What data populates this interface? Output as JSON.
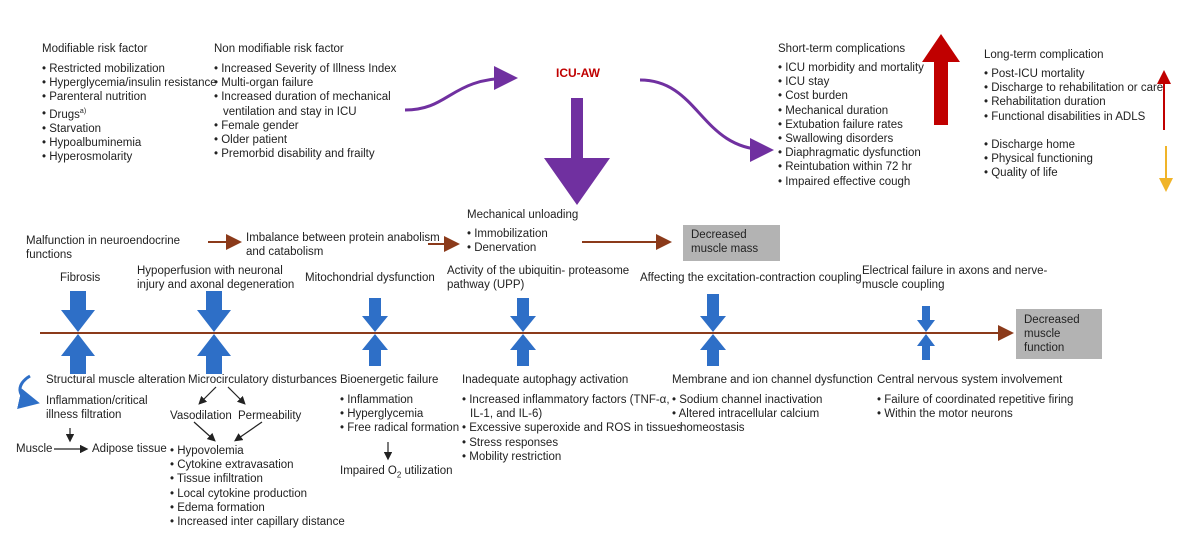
{
  "modifiable": {
    "title": "Modifiable risk factor",
    "items": [
      "Restricted mobilization",
      "Hyperglycemia/insulin resistance",
      "Parenteral nutrition",
      "Drugs",
      "Starvation",
      "Hypoalbuminemia",
      "Hyperosmolarity"
    ],
    "drugs_sup": "a)"
  },
  "nonmodifiable": {
    "title": "Non modifiable risk factor",
    "items": [
      "Increased Severity of Illness Index",
      "Multi-organ failure",
      "Increased duration of mechanical",
      "ventilation and stay in ICU",
      "Female gender",
      "Older patient",
      "Premorbid disability and frailty"
    ]
  },
  "icuaw": "ICU-AW",
  "short_term": {
    "title": "Short-term complications",
    "items": [
      "ICU morbidity and mortality",
      "ICU stay",
      "Cost burden",
      "Mechanical duration",
      "Extubation failure rates",
      "Swallowing disorders",
      "Diaphragmatic dysfunction",
      "Reintubation within 72 hr",
      "Impaired effective cough"
    ]
  },
  "long_term": {
    "title": "Long-term complication",
    "up_items": [
      "Post-ICU mortality",
      "Discharge to rehabilitation or care",
      "Rehabilitation duration",
      "Functional disabilities in ADLS"
    ],
    "down_items": [
      "Discharge home",
      "Physical functioning",
      "Quality of life"
    ]
  },
  "chain": {
    "malfunction": [
      "Malfunction in neuroendocrine",
      "functions"
    ],
    "imbalance": [
      "Imbalance between protein anabolism",
      "and catabolism"
    ],
    "unloading_title": "Mechanical unloading",
    "unloading_items": [
      "Immobilization",
      "Denervation"
    ],
    "mass_box": [
      "Decreased",
      "muscle mass"
    ]
  },
  "top_labels": {
    "fibrosis": "Fibrosis",
    "hypoperfusion": [
      "Hypoperfusion with neuronal",
      "injury and axonal degeneration"
    ],
    "mito": "Mitochondrial dysfunction",
    "upp": [
      "Activity of the ubiquitin- proteasome",
      "pathway (UPP)"
    ],
    "excitation": "Affecting the excitation-contraction coupling",
    "electrical": [
      "Electrical failure in axons and nerve-",
      "muscle coupling"
    ]
  },
  "function_box": [
    "Decreased",
    "muscle",
    "function"
  ],
  "bottom": {
    "structural": "Structural muscle alteration",
    "inflammation": [
      "Inflammation/critical",
      "illness filtration"
    ],
    "muscle": "Muscle",
    "adipose": "Adipose tissue",
    "micro_title": "Microcirculatory disturbances",
    "vasodilation": "Vasodilation",
    "permeability": "Permeability",
    "micro_items": [
      "Hypovolemia",
      "Cytokine extravasation",
      "Tissue infiltration",
      "Local cytokine production",
      "Edema formation",
      "Increased inter capillary distance"
    ],
    "bio_title": "Bioenergetic failure",
    "bio_items": [
      "Inflammation",
      "Hyperglycemia",
      "Free radical formation"
    ],
    "impaired_prefix": "Impaired O",
    "impaired_sub": "2",
    "impaired_suffix": " utilization",
    "autophagy_title": "Inadequate autophagy activation",
    "autophagy_items": [
      "Increased inflammatory factors (TNF-α,",
      "IL-1, and IL-6)",
      "Excessive superoxide and ROS in tissues",
      "Stress responses",
      "Mobility restriction"
    ],
    "membrane_title": "Membrane and ion channel dysfunction",
    "membrane_items": [
      "Sodium channel inactivation",
      "Altered intracellular calcium",
      "homeostasis"
    ],
    "cns_title": "Central nervous system involvement",
    "cns_items": [
      "Failure of coordinated repetitive firing",
      "Within the motor neurons"
    ]
  },
  "colors": {
    "purple": "#7030a0",
    "red": "#c00000",
    "brown": "#8b3a1a",
    "blue": "#2e6fc7",
    "yellow": "#f0b429",
    "box": "#b3b3b3"
  }
}
